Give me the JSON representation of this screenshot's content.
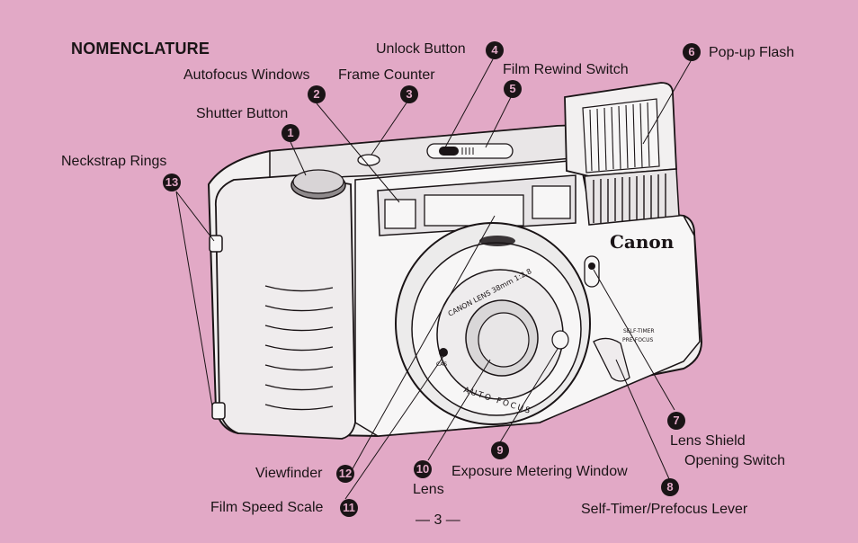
{
  "heading": "NOMENCLATURE",
  "page_number": "— 3 —",
  "parts": [
    {
      "num": "1",
      "label": "Shutter Button"
    },
    {
      "num": "2",
      "label": "Autofocus Windows"
    },
    {
      "num": "3",
      "label": "Frame Counter"
    },
    {
      "num": "4",
      "label": "Unlock Button"
    },
    {
      "num": "5",
      "label": "Film Rewind Switch"
    },
    {
      "num": "6",
      "label": "Pop-up Flash"
    },
    {
      "num": "7",
      "label_line1": "Lens Shield",
      "label_line2": "Opening Switch"
    },
    {
      "num": "8",
      "label": "Self-Timer/Prefocus Lever"
    },
    {
      "num": "9",
      "label": "Exposure Metering Window"
    },
    {
      "num": "10",
      "label": "Lens"
    },
    {
      "num": "11",
      "label": "Film Speed Scale"
    },
    {
      "num": "12",
      "label": "Viewfinder"
    },
    {
      "num": "13",
      "label": "Neckstrap Rings"
    }
  ],
  "camera": {
    "brand": "Canon",
    "lens_text": "CANON LENS 38mm 1:2.8",
    "af_text": "AUTO FOCUS",
    "lever_text_1": "SELF-TIMER",
    "lever_text_2": "PRE-FOCUS",
    "dx_text": "CAS"
  }
}
